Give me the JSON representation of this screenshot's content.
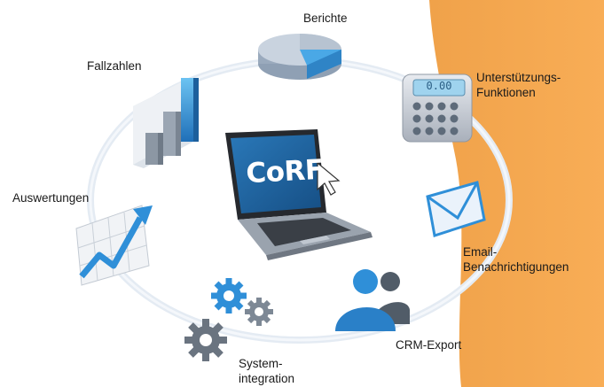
{
  "center": {
    "logo_text": "CoRF"
  },
  "nodes": [
    {
      "id": "berichte",
      "label": "Berichte",
      "icon": "pie-chart-icon"
    },
    {
      "id": "fallzahlen",
      "label": "Fallzahlen",
      "icon": "bar-chart-icon"
    },
    {
      "id": "unterstuetzung",
      "label_line1": "Unterstützungs-",
      "label_line2": "Funktionen",
      "icon": "calculator-icon"
    },
    {
      "id": "auswertungen",
      "label": "Auswertungen",
      "icon": "line-chart-icon"
    },
    {
      "id": "email",
      "label_line1": "Email-",
      "label_line2": "Benachrichtigungen",
      "icon": "envelope-icon"
    },
    {
      "id": "crm",
      "label": "CRM-Export",
      "icon": "users-icon"
    },
    {
      "id": "system",
      "label_line1": "System-",
      "label_line2": "integration",
      "icon": "gears-icon"
    }
  ],
  "calculator_display": "0.00",
  "colors": {
    "accent_orange": "#f6a64a",
    "icon_blue": "#2f8fd8",
    "ring": "#e6ecf3"
  }
}
